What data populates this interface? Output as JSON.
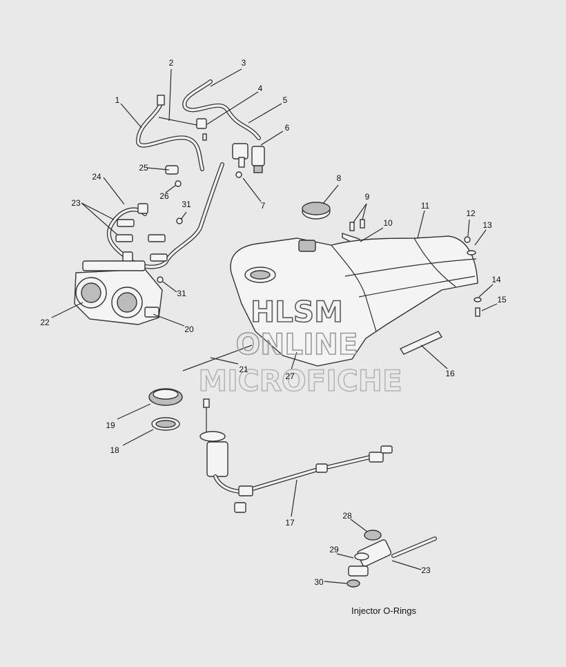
{
  "callouts": [
    {
      "id": "c1",
      "label": "1"
    },
    {
      "id": "c2",
      "label": "2"
    },
    {
      "id": "c3",
      "label": "3"
    },
    {
      "id": "c4",
      "label": "4"
    },
    {
      "id": "c5",
      "label": "5"
    },
    {
      "id": "c6",
      "label": "6"
    },
    {
      "id": "c7",
      "label": "7"
    },
    {
      "id": "c8",
      "label": "8"
    },
    {
      "id": "c9",
      "label": "9"
    },
    {
      "id": "c10",
      "label": "10"
    },
    {
      "id": "c11",
      "label": "11"
    },
    {
      "id": "c12",
      "label": "12"
    },
    {
      "id": "c13",
      "label": "13"
    },
    {
      "id": "c14",
      "label": "14"
    },
    {
      "id": "c15",
      "label": "15"
    },
    {
      "id": "c16",
      "label": "16"
    },
    {
      "id": "c17",
      "label": "17"
    },
    {
      "id": "c18",
      "label": "18"
    },
    {
      "id": "c19",
      "label": "19"
    },
    {
      "id": "c20",
      "label": "20"
    },
    {
      "id": "c21",
      "label": "21"
    },
    {
      "id": "c22",
      "label": "22"
    },
    {
      "id": "c23a",
      "label": "23"
    },
    {
      "id": "c23b",
      "label": "23"
    },
    {
      "id": "c24",
      "label": "24"
    },
    {
      "id": "c25",
      "label": "25"
    },
    {
      "id": "c26",
      "label": "26"
    },
    {
      "id": "c27",
      "label": "27"
    },
    {
      "id": "c28",
      "label": "28"
    },
    {
      "id": "c29",
      "label": "29"
    },
    {
      "id": "c30",
      "label": "30"
    },
    {
      "id": "c31a",
      "label": "31"
    },
    {
      "id": "c31b",
      "label": "31"
    }
  ],
  "caption": "Injector O-Rings",
  "watermark": {
    "line1": "HLSM",
    "line2": "ONLINE",
    "line3": "MICROFICHE"
  }
}
